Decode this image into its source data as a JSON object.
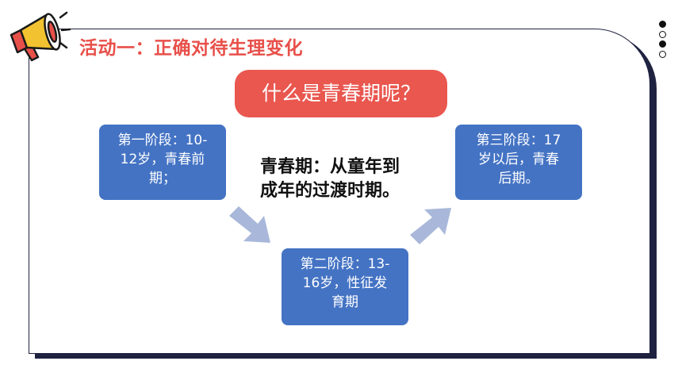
{
  "header": {
    "title": "活动一：正确对待生理变化"
  },
  "question": "什么是青春期呢？",
  "definition": {
    "line1": "青春期：从童年到",
    "line2": "成年的过渡时期。"
  },
  "stages": [
    {
      "line1": "第一阶段：10-",
      "line2": "12岁，青春前",
      "line3": "期；"
    },
    {
      "line1": "第二阶段：13-",
      "line2": "16岁，性征发",
      "line3": "育期"
    },
    {
      "line1": "第三阶段：17",
      "line2": "岁以后，青春",
      "line3": "后期。"
    }
  ],
  "colors": {
    "accent": "#e9574f",
    "stage_box": "#4473c4",
    "arrow": "#a9b8da",
    "frame": "#1f2340"
  },
  "icons": [
    "megaphone-icon",
    "arrow-down-right-icon",
    "arrow-up-right-icon"
  ]
}
